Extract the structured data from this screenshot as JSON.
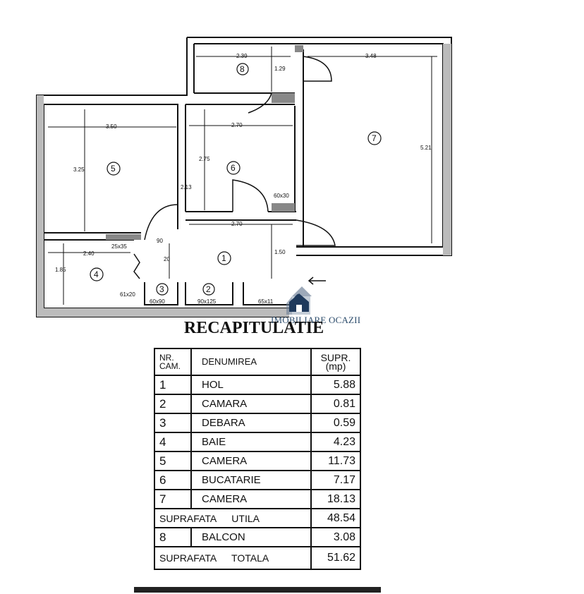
{
  "title": "RECAPITULATIE",
  "watermark": "IMOBILIARE OCAZII",
  "plan": {
    "dims": {
      "balcony_w": "2.39",
      "balcony_h": "1.29",
      "room7_w": "3.48",
      "room7_h": "5.21",
      "room5_w": "3.50",
      "room5_h": "3.25",
      "room6_w": "2.70",
      "room6_h": "2.75",
      "room6_wall": "60x30",
      "room6_side": "2.13",
      "hall_w": "2.70",
      "hall_h": "1.50",
      "hall_door": "90",
      "hall_small": "20",
      "bath_w": "2.40",
      "bath_h": "1.85",
      "bath_niche": "25x35",
      "bath_side": "61x20",
      "pantry3": "60x90",
      "pantry2": "90x125",
      "entry": "65x11"
    },
    "rooms": [
      "1",
      "2",
      "3",
      "4",
      "5",
      "6",
      "7",
      "8"
    ]
  },
  "table": {
    "headers": {
      "nr": "NR.\nCAM.",
      "name": "DENUMIREA",
      "area": "SUPR.\n(mp)"
    },
    "rows": [
      {
        "nr": "1",
        "name": "HOL",
        "area": "5.88"
      },
      {
        "nr": "2",
        "name": "CAMARA",
        "area": "0.81"
      },
      {
        "nr": "3",
        "name": "DEBARA",
        "area": "0.59"
      },
      {
        "nr": "4",
        "name": "BAIE",
        "area": "4.23"
      },
      {
        "nr": "5",
        "name": "CAMERA",
        "area": "11.73"
      },
      {
        "nr": "6",
        "name": "BUCATARIE",
        "area": "7.17"
      },
      {
        "nr": "7",
        "name": "CAMERA",
        "area": "18.13"
      }
    ],
    "useful": {
      "label": "SUPRAFATA UTILA",
      "area": "48.54"
    },
    "balcony": {
      "nr": "8",
      "name": "BALCON",
      "area": "3.08"
    },
    "total": {
      "label": "SUPRAFATA TOTALA",
      "area": "51.62"
    }
  }
}
